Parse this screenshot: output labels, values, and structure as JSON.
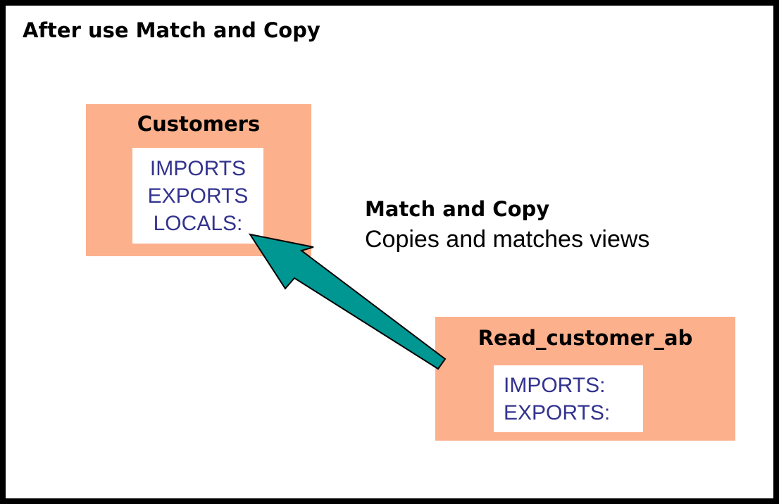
{
  "slide": {
    "title": "After use Match and Copy"
  },
  "customers_box": {
    "title": "Customers",
    "views": [
      "IMPORTS",
      "EXPORTS",
      "LOCALS:"
    ]
  },
  "read_customer_box": {
    "title": "Read_customer_ab",
    "views": [
      "IMPORTS:",
      "EXPORTS:"
    ]
  },
  "callout": {
    "heading": "Match and Copy",
    "description": "Copies and matches views"
  },
  "arrow": {
    "direction": "from Read_customer_ab to Customers",
    "icon": "arrow-icon"
  },
  "colors": {
    "frame": "#000000",
    "box_fill": "#FCB08C",
    "view_text": "#33338F",
    "arrow_fill": "#009793"
  }
}
